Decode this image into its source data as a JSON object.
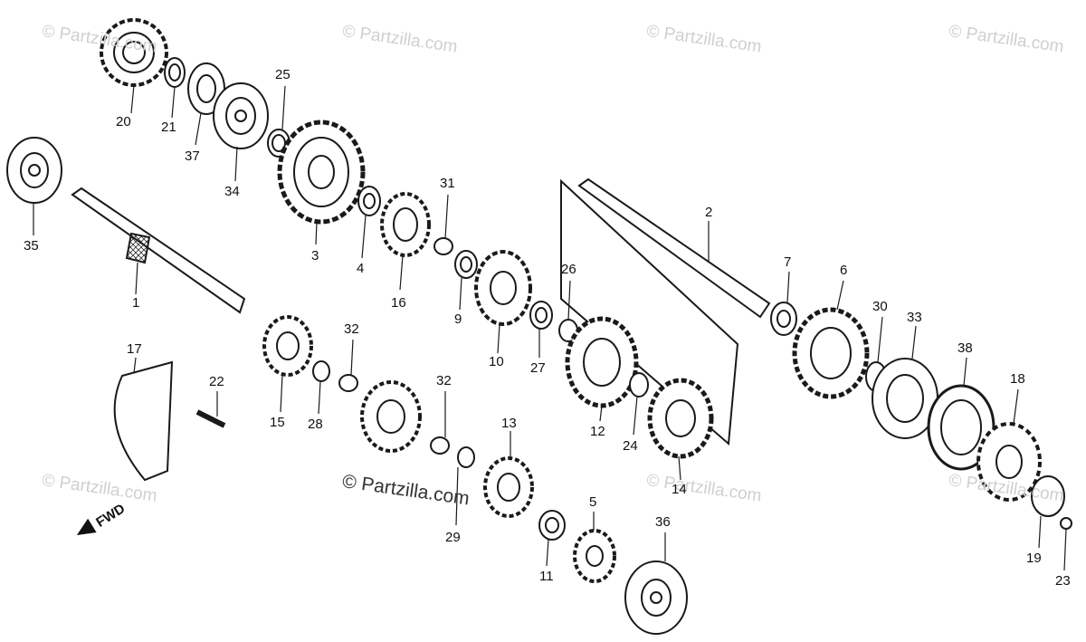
{
  "watermarks": [
    {
      "text": "© Partzilla.com",
      "tone": "light"
    },
    {
      "text": "© Partzilla.com",
      "tone": "light"
    },
    {
      "text": "© Partzilla.com",
      "tone": "light"
    },
    {
      "text": "© Partzilla.com",
      "tone": "light"
    },
    {
      "text": "© Partzilla.com",
      "tone": "light"
    },
    {
      "text": "© Partzilla.com",
      "tone": "dark"
    },
    {
      "text": "© Partzilla.com",
      "tone": "light"
    },
    {
      "text": "© Partzilla.com",
      "tone": "light"
    }
  ],
  "direction_label": "FWD",
  "callouts": [
    "20",
    "21",
    "37",
    "34",
    "25",
    "3",
    "4",
    "16",
    "31",
    "9",
    "10",
    "27",
    "26",
    "35",
    "1",
    "2",
    "7",
    "6",
    "30",
    "33",
    "38",
    "18",
    "17",
    "22",
    "15",
    "28",
    "32",
    "32",
    "29",
    "13",
    "12",
    "24",
    "14",
    "11",
    "5",
    "36",
    "19",
    "23"
  ],
  "colors": {
    "line": "#1a1a1a",
    "label": "#111111",
    "watermark": "#cfcfcf"
  }
}
